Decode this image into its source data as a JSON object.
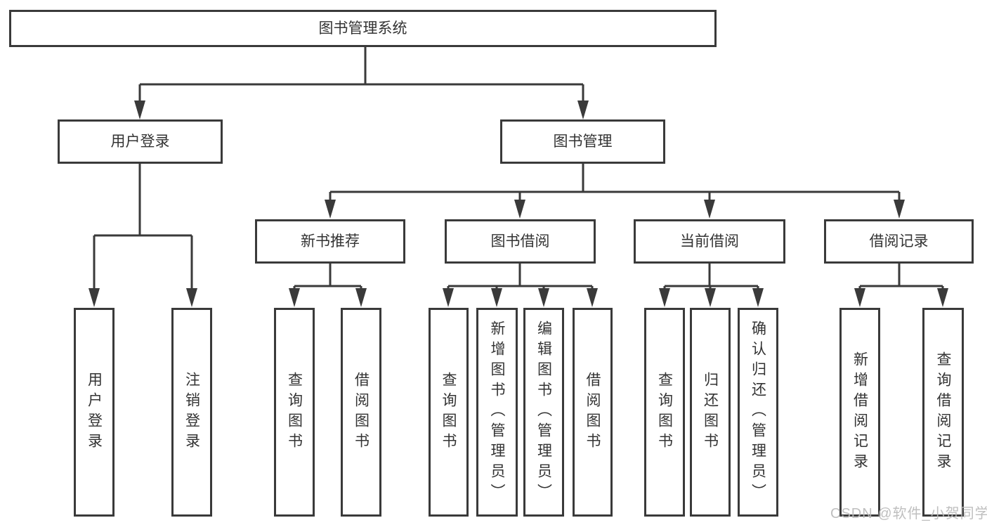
{
  "title": "图书管理系统",
  "colors": {
    "line": "#3a3a3a",
    "box_border": "#3a3a3a",
    "box_fill": "#ffffff",
    "text": "#333333",
    "watermark": "#bababa",
    "background": "#ffffff"
  },
  "watermark": {
    "text": "CSDN @软件_小贺同学"
  },
  "tree": {
    "label": "图书管理系统",
    "children": [
      {
        "label": "用户登录",
        "children": [
          {
            "label": "用户登录"
          },
          {
            "label": "注销登录"
          }
        ]
      },
      {
        "label": "图书管理",
        "children": [
          {
            "label": "新书推荐",
            "children": [
              {
                "label": "查询图书"
              },
              {
                "label": "借阅图书"
              }
            ]
          },
          {
            "label": "图书借阅",
            "children": [
              {
                "label": "查询图书"
              },
              {
                "label": "新增图书（管理员）"
              },
              {
                "label": "编辑图书（管理员）"
              },
              {
                "label": "借阅图书"
              }
            ]
          },
          {
            "label": "当前借阅",
            "children": [
              {
                "label": "查询图书"
              },
              {
                "label": "归还图书"
              },
              {
                "label": "确认归还（管理员）"
              }
            ]
          },
          {
            "label": "借阅记录",
            "children": [
              {
                "label": "新增借阅记录"
              },
              {
                "label": "查询借阅记录"
              }
            ]
          }
        ]
      }
    ]
  }
}
